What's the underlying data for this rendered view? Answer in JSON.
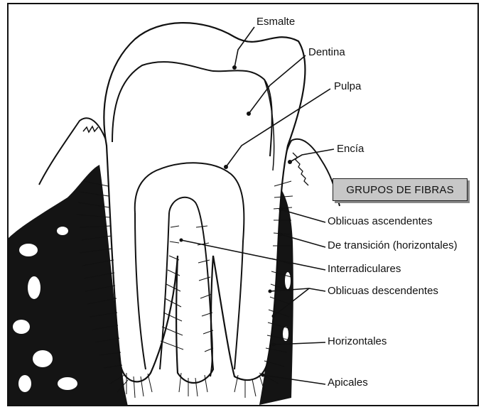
{
  "labels": {
    "esmalte": "Esmalte",
    "dentina": "Dentina",
    "pulpa": "Pulpa",
    "encia": "Encía",
    "grupos": "GRUPOS DE FIBRAS",
    "oblicuas_asc": "Oblicuas ascendentes",
    "transicion": "De transición (horizontales)",
    "interradiculares": "Interradiculares",
    "oblicuas_desc": "Oblicuas descendentes",
    "horizontales": "Horizontales",
    "apicales": "Apicales"
  },
  "colors": {
    "ink": "#111111",
    "box_fill": "#c7c7c7"
  }
}
